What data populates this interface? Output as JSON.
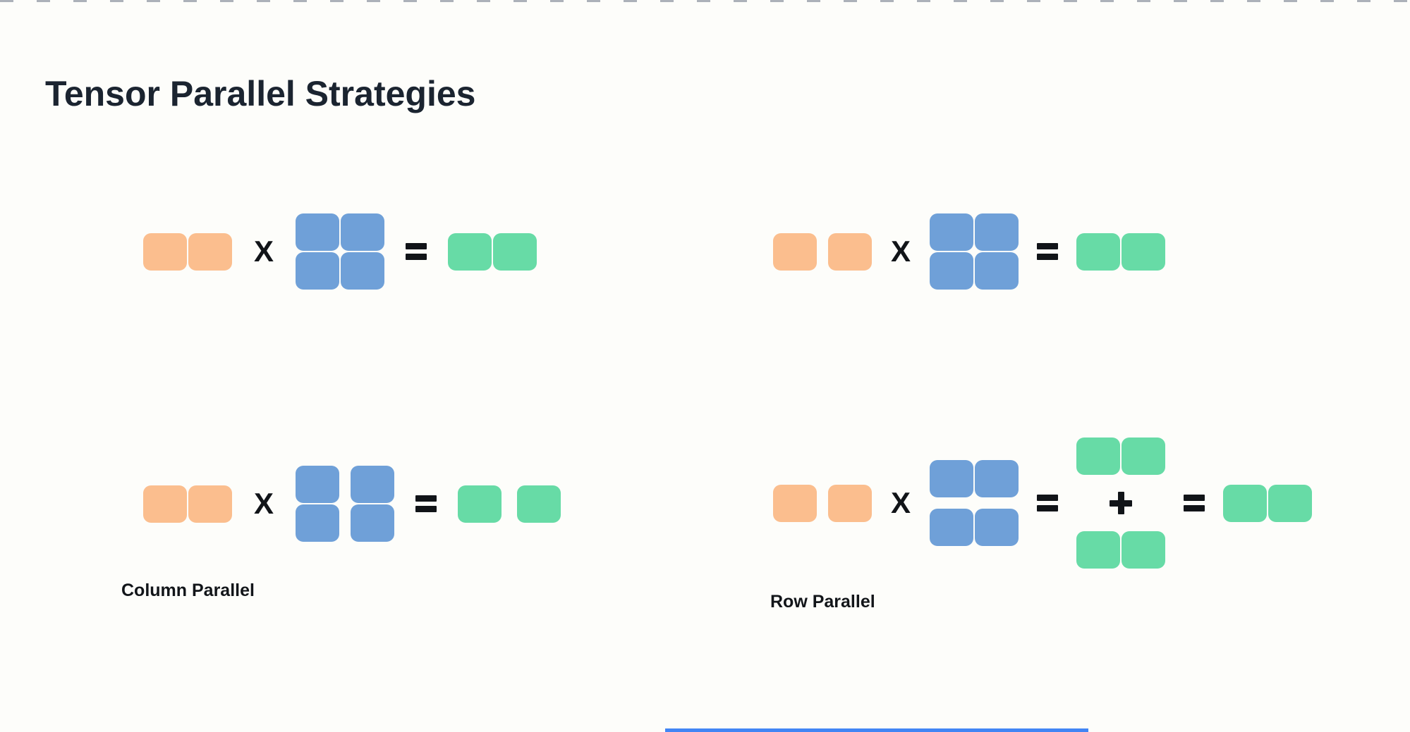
{
  "page": {
    "title": "Tensor Parallel Strategies"
  },
  "colors": {
    "background": "#FDFDFA",
    "title_text": "#1B2430",
    "label_text": "#121519",
    "operator": "#111418",
    "input_orange": "#FBBE8E",
    "weight_blue": "#6FA0D8",
    "output_green": "#67DBA6",
    "top_dash": "#ACB1B9",
    "bottom_bar": "#4285F4"
  },
  "operators": {
    "multiply": "X",
    "equals": "=",
    "plus": "+"
  },
  "diagrams": [
    {
      "id": "baseline-top-left",
      "label": "",
      "input_vector": {
        "blocks": 2,
        "color": "orange",
        "split": false
      },
      "weight_matrix": {
        "rows": 2,
        "cols": 2,
        "color": "blue",
        "split": "none"
      },
      "output_vector": {
        "blocks": 2,
        "color": "green",
        "split": false
      }
    },
    {
      "id": "baseline-top-right",
      "label": "",
      "input_vector": {
        "blocks": 2,
        "color": "orange",
        "split": true
      },
      "weight_matrix": {
        "rows": 2,
        "cols": 2,
        "color": "blue",
        "split": "none"
      },
      "output_vector": {
        "blocks": 2,
        "color": "green",
        "split": false
      }
    },
    {
      "id": "column-parallel",
      "label": "Column Parallel",
      "input_vector": {
        "blocks": 2,
        "color": "orange",
        "split": false
      },
      "weight_matrix": {
        "rows": 2,
        "cols": 2,
        "color": "blue",
        "split": "columns"
      },
      "output_vector": {
        "blocks": 2,
        "color": "green",
        "split": true
      }
    },
    {
      "id": "row-parallel",
      "label": "Row Parallel",
      "input_vector": {
        "blocks": 2,
        "color": "orange",
        "split": true
      },
      "weight_matrix": {
        "rows": 2,
        "cols": 2,
        "color": "blue",
        "split": "rows"
      },
      "partial_outputs": [
        {
          "blocks": 2,
          "color": "green",
          "split": false
        },
        {
          "blocks": 2,
          "color": "green",
          "split": false
        }
      ],
      "final_output": {
        "blocks": 2,
        "color": "green",
        "split": false
      }
    }
  ]
}
